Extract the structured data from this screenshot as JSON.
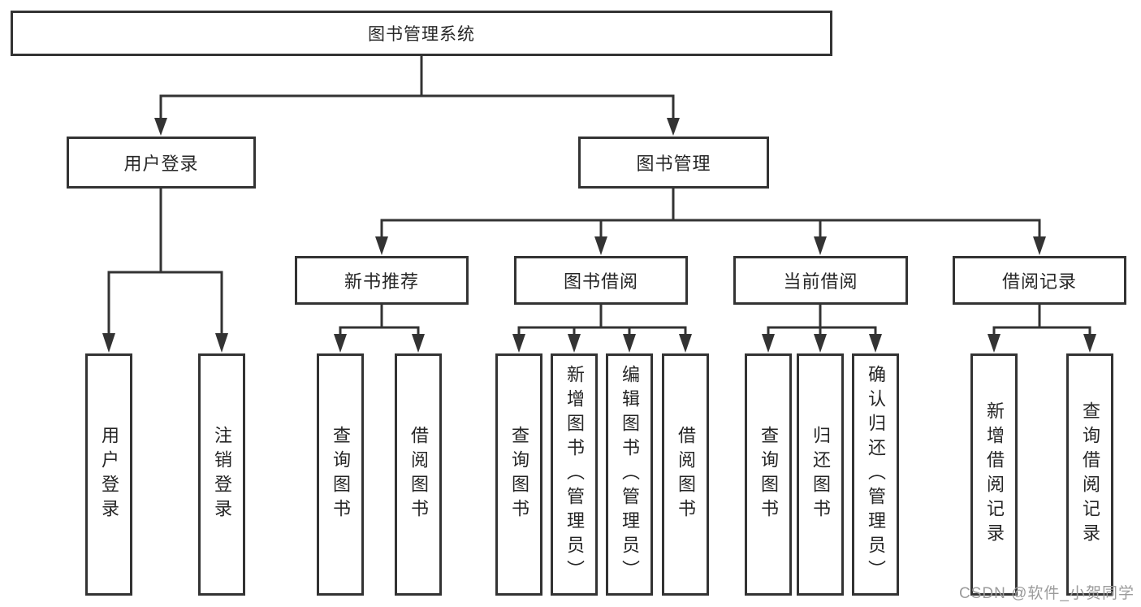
{
  "diagram": {
    "root": {
      "label": "图书管理系统"
    },
    "branches": [
      {
        "label": "用户登录",
        "children": [
          {
            "label": "用户登录"
          },
          {
            "label": "注销登录"
          }
        ]
      },
      {
        "label": "图书管理",
        "children": [
          {
            "label": "新书推荐",
            "children": [
              {
                "label": "查询图书"
              },
              {
                "label": "借阅图书"
              }
            ]
          },
          {
            "label": "图书借阅",
            "children": [
              {
                "label": "查询图书"
              },
              {
                "label": "新增图书（管理员）"
              },
              {
                "label": "编辑图书（管理员）"
              },
              {
                "label": "借阅图书"
              }
            ]
          },
          {
            "label": "当前借阅",
            "children": [
              {
                "label": "查询图书"
              },
              {
                "label": "归还图书"
              },
              {
                "label": "确认归还（管理员）"
              }
            ]
          },
          {
            "label": "借阅记录",
            "children": [
              {
                "label": "新增借阅记录"
              },
              {
                "label": "查询借阅记录"
              }
            ]
          }
        ]
      }
    ],
    "watermark": "CSDN @软件_小贺同学",
    "colors": {
      "line": "#333333",
      "box_border": "#333333",
      "box_background": "#ffffff",
      "text": "#262626",
      "watermark": "#9b9b9b",
      "canvas_background": "#ffffff"
    }
  }
}
